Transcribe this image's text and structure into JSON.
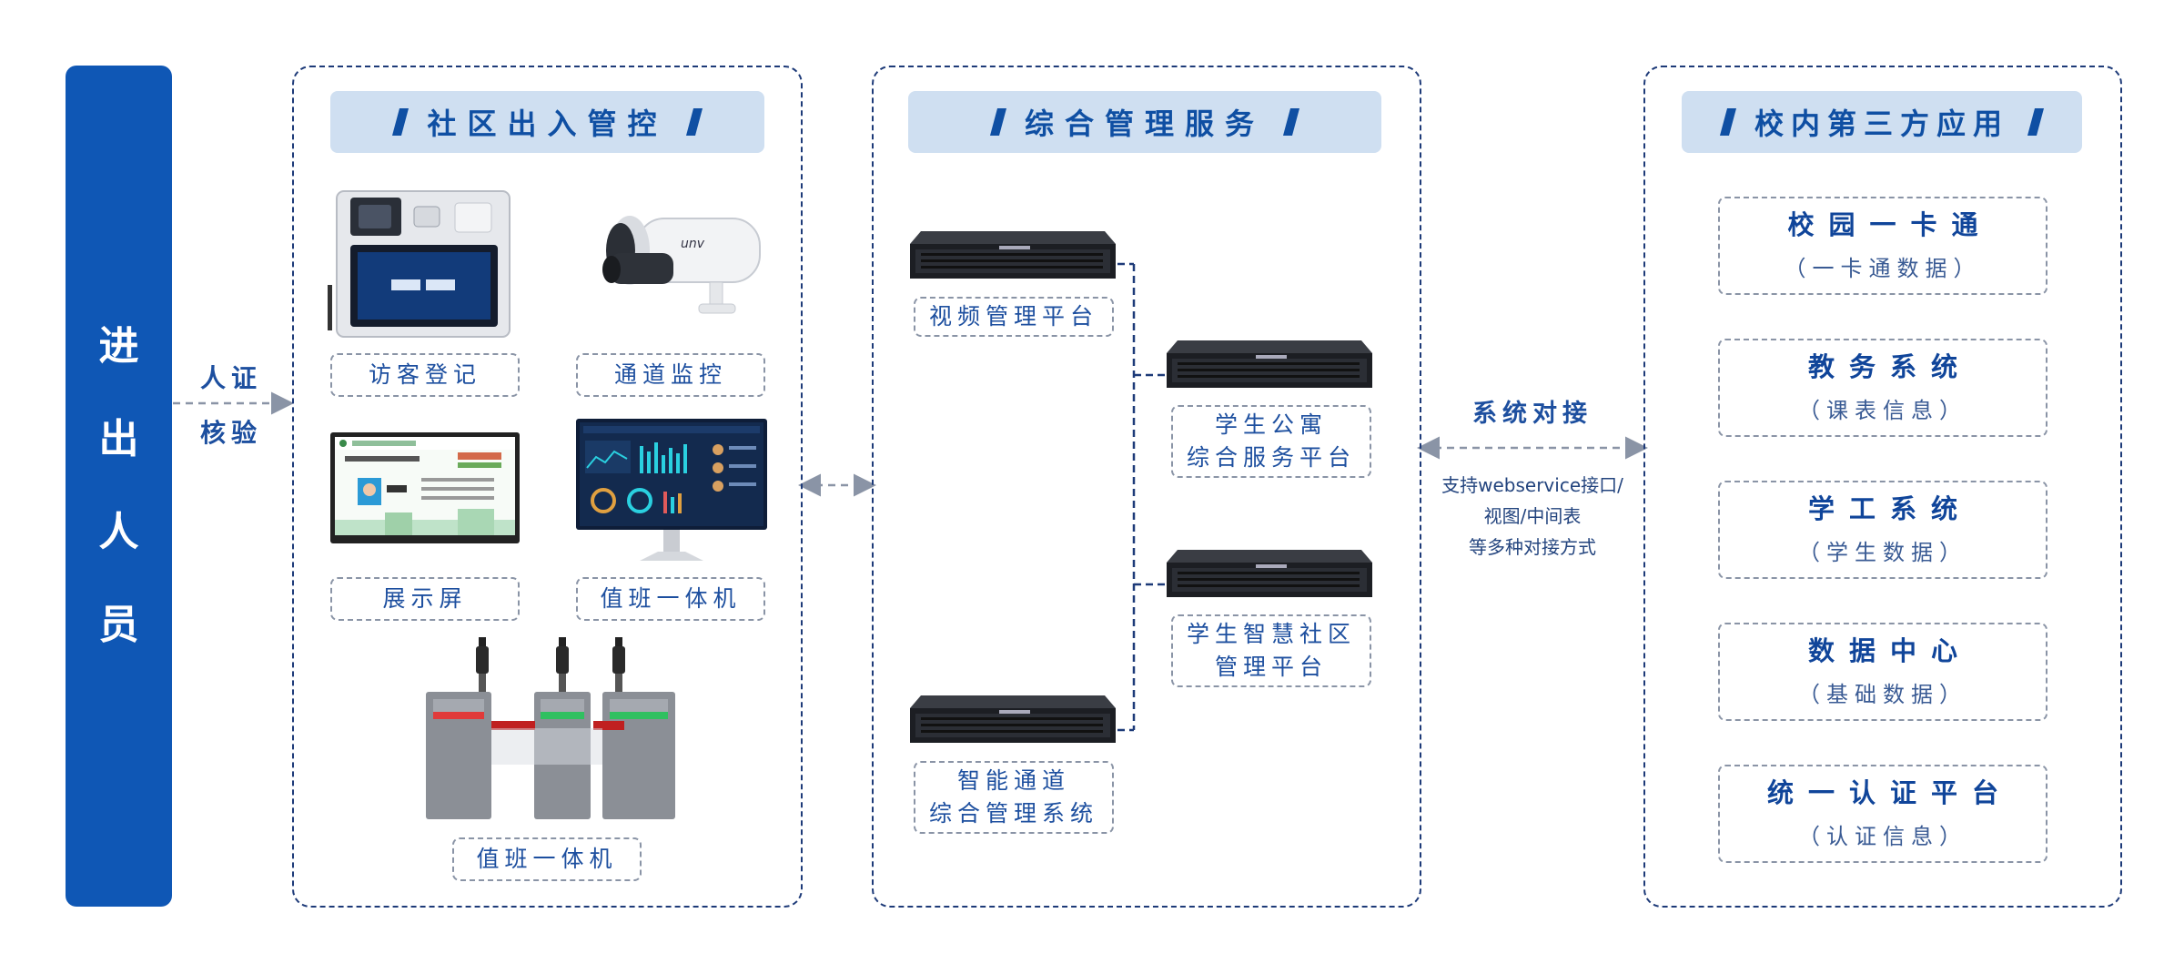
{
  "people": {
    "chars": [
      "进",
      "出",
      "人",
      "员"
    ]
  },
  "verify": {
    "line1": "人证",
    "line2": "核验"
  },
  "community": {
    "title": "社区出入管控",
    "devices": [
      "访客登记",
      "通道监控",
      "展示屏",
      "值班一体机",
      "值班一体机"
    ]
  },
  "management": {
    "title": "综合管理服务",
    "video": "视频管理平台",
    "dorm": {
      "line1": "学生公寓",
      "line2": "综合服务平台"
    },
    "smart": {
      "line1": "学生智慧社区",
      "line2": "管理平台"
    },
    "channel": {
      "line1": "智能通道",
      "line2": "综合管理系统"
    }
  },
  "integration": {
    "title": "系统对接",
    "note1": "支持webservice接口/",
    "note2": "视图/中间表",
    "note3": "等多种对接方式"
  },
  "third_party": {
    "title": "校内第三方应用",
    "apps": [
      {
        "title": "校园一卡通",
        "sub": "（一卡通数据）"
      },
      {
        "title": "教务系统",
        "sub": "（课表信息）"
      },
      {
        "title": "学工系统",
        "sub": "（学生数据）"
      },
      {
        "title": "数据中心",
        "sub": "（基础数据）"
      },
      {
        "title": "统一认证平台",
        "sub": "（认证信息）"
      }
    ]
  },
  "colors": {
    "primary": "#0f57b5",
    "header_bg": "#cfdff1",
    "border": "#1d3a78",
    "text": "#1d4f9f"
  }
}
